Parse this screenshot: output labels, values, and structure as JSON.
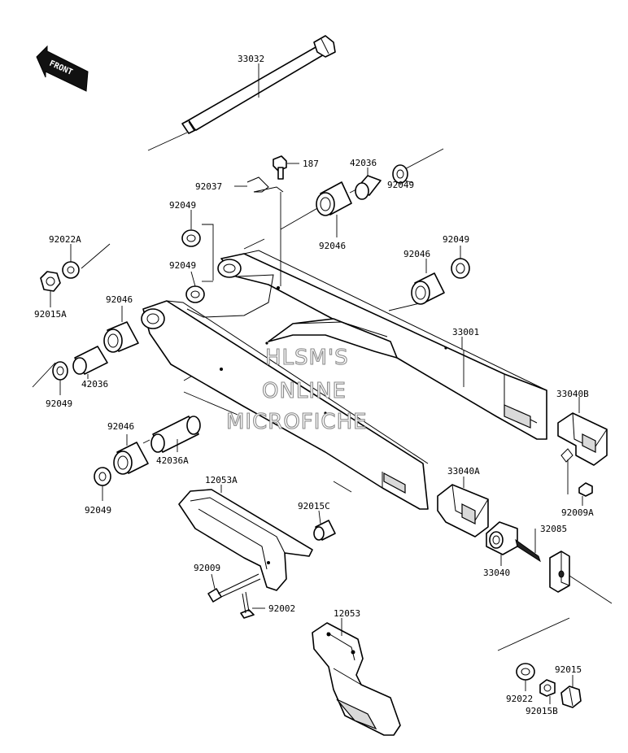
{
  "direction_badge": "FRONT",
  "watermark": [
    "HLSM'S",
    "ONLINE",
    "MICROFICHE"
  ],
  "parts": {
    "p33032": "33032",
    "p187": "187",
    "p42036_top": "42036",
    "p92037": "92037",
    "p92049_top": "92049",
    "p92049_upleft": "92049",
    "p92046_top": "92046",
    "p92049_left": "92049",
    "p92022A": "92022A",
    "p92015A": "92015A",
    "p92046_left": "92046",
    "p42036_left": "42036",
    "p92049_bottomleft": "92049",
    "p92049_right": "92049",
    "p92046_right": "92046",
    "p33001": "33001",
    "p33040B": "33040B",
    "p92046_lower": "92046",
    "p42036A": "42036A",
    "p92049_lowest": "92049",
    "p12053A": "12053A",
    "p92015C": "92015C",
    "p33040A": "33040A",
    "p92009A": "92009A",
    "p32085": "32085",
    "p33040": "33040",
    "p92009": "92009",
    "p92002": "92002",
    "p12053": "12053",
    "p92022": "92022",
    "p92015": "92015",
    "p92015B": "92015B"
  }
}
